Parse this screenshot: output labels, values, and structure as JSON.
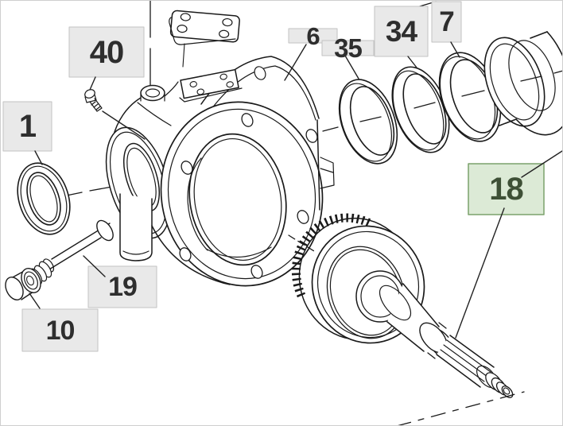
{
  "figure": {
    "type": "exploded-parts-diagram",
    "callouts": [
      {
        "label": "1",
        "highlighted": false
      },
      {
        "label": "40",
        "highlighted": false
      },
      {
        "label": "6",
        "highlighted": false
      },
      {
        "label": "35",
        "highlighted": false
      },
      {
        "label": "34",
        "highlighted": false
      },
      {
        "label": "7",
        "highlighted": false
      },
      {
        "label": "18",
        "highlighted": true
      },
      {
        "label": "19",
        "highlighted": false
      },
      {
        "label": "10",
        "highlighted": false
      }
    ],
    "colors": {
      "background": "#ffffff",
      "line": "#1a1a1a",
      "callout_bg": "#e9e9e9",
      "callout_border": "#c2c2c2",
      "callout_text": "#2e2e2e",
      "highlight_bg": "#dcead6",
      "highlight_border": "#7ba26c",
      "highlight_text": "#3e5036"
    }
  }
}
